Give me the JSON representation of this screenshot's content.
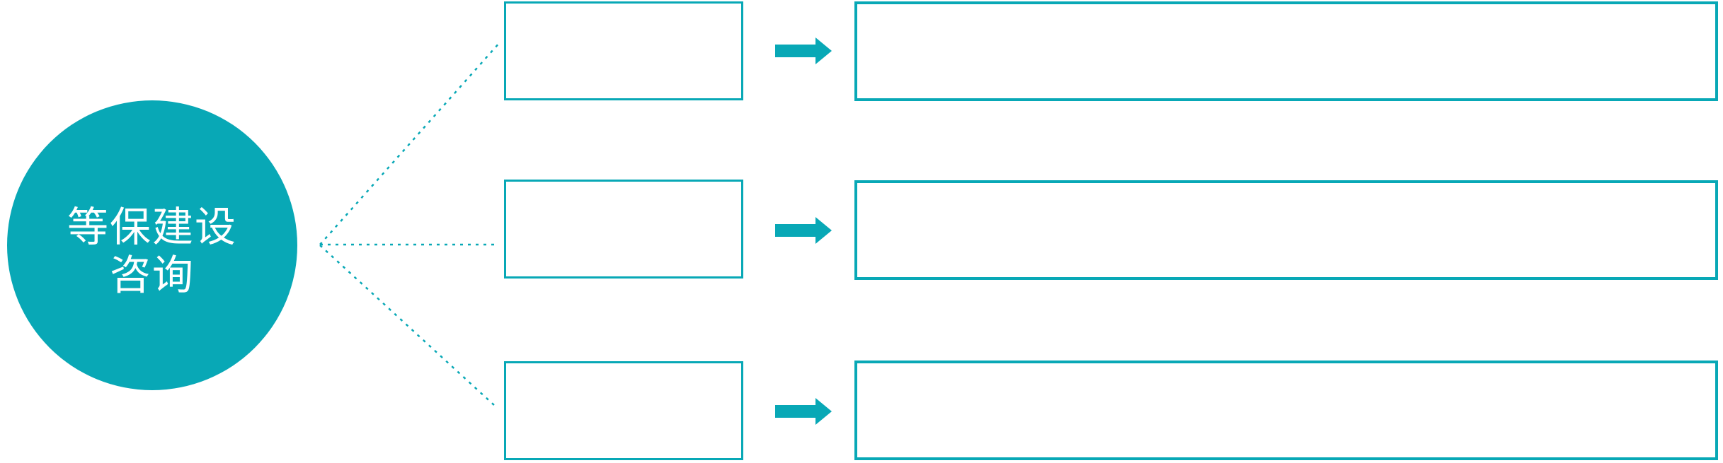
{
  "colors": {
    "accent": "#08A8B6",
    "text_on_accent": "#FFFFFF",
    "background": "#FFFFFF"
  },
  "diagram": {
    "topic_circle": {
      "line1": "等保建设",
      "line2": "咨询"
    },
    "connector_icon": "dotted-connector-line",
    "arrow_icon": "right-arrow",
    "rows": [
      {
        "step_label": "",
        "description": ""
      },
      {
        "step_label": "",
        "description": ""
      },
      {
        "step_label": "",
        "description": ""
      }
    ]
  }
}
